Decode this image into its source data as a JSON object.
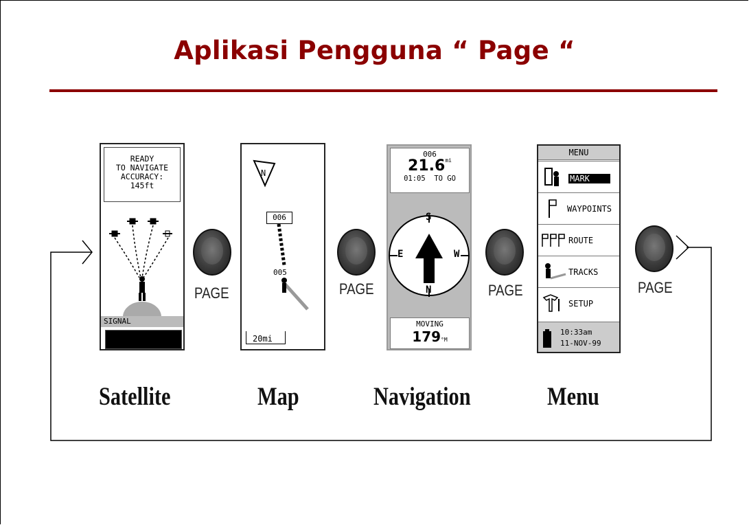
{
  "title": "Aplikasi Pengguna “ Page “",
  "page_button_label": "PAGE",
  "screens": {
    "satellite": {
      "label": "Satellite",
      "status_lines": [
        "READY",
        "TO NAVIGATE",
        "ACCURACY:",
        "145ft"
      ],
      "signal_label": "SIGNAL"
    },
    "map": {
      "label": "Map",
      "waypoint_top": "006",
      "waypoint_bottom": "005",
      "scale": "20mi"
    },
    "navigation": {
      "label": "Navigation",
      "waypoint": "006",
      "distance": "21.6",
      "distance_unit": "mi",
      "time_to_go": "01:05  TO GO",
      "compass": {
        "n": "N",
        "s": "S",
        "e": "E",
        "w": "W"
      },
      "status": "MOVING",
      "heading": "179",
      "heading_unit": "°M"
    },
    "menu": {
      "label": "Menu",
      "header": "MENU",
      "items": [
        "MARK",
        "WAYPOINTS",
        "ROUTE",
        "TRACKS",
        "SETUP"
      ],
      "time": "10:33am",
      "date": "11-NOV-99"
    }
  }
}
